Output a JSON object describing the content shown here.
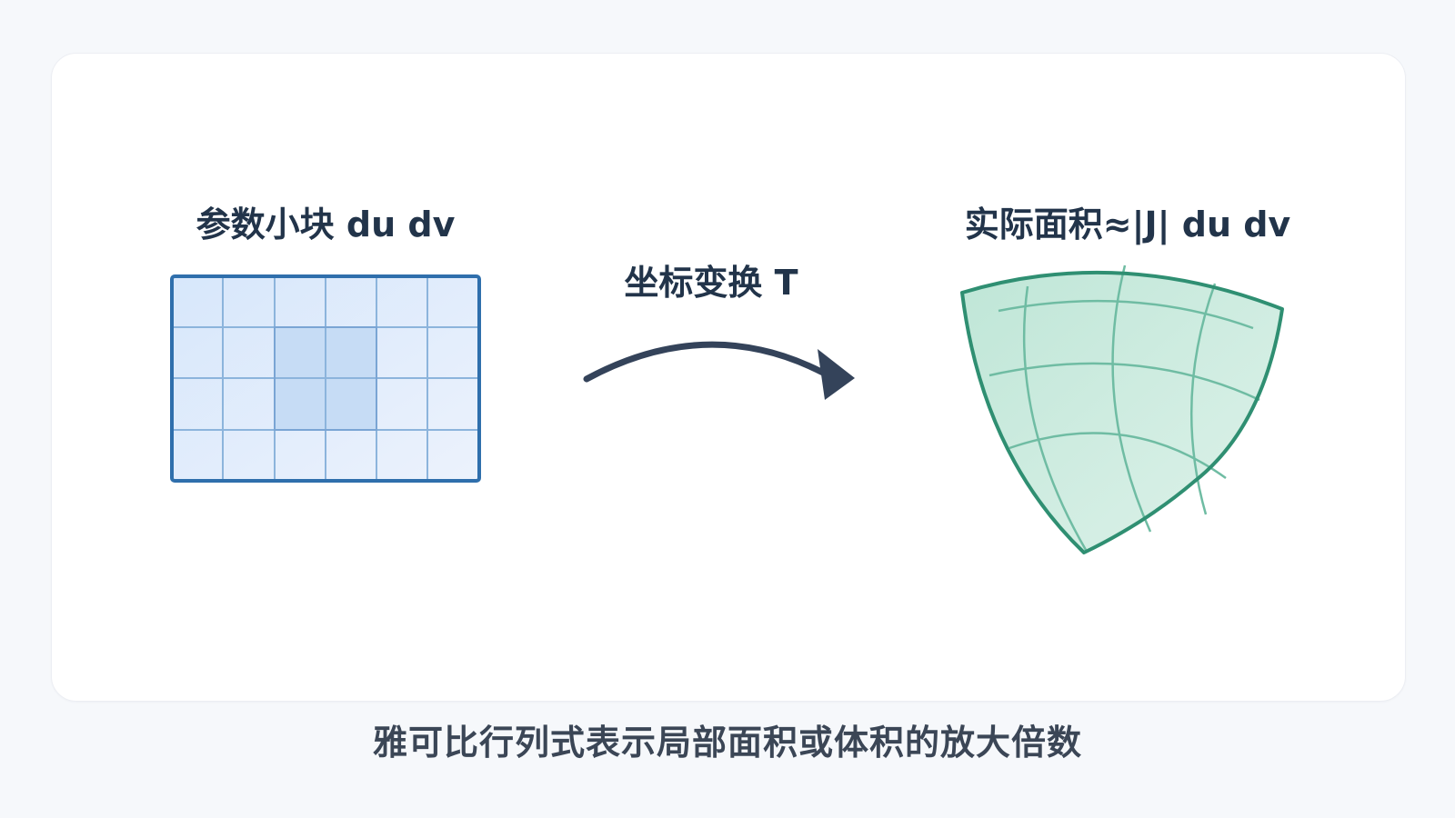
{
  "diagram": {
    "left_label": "参数小块 du dv",
    "middle_label": "坐标变换 T",
    "right_label": "实际面积≈|J| du dv",
    "caption": "雅可比行列式表示局部面积或体积的放大倍数",
    "grid": {
      "rows": 4,
      "cols": 6,
      "highlight_cells": [
        [
          1,
          2
        ],
        [
          1,
          3
        ],
        [
          2,
          2
        ],
        [
          2,
          3
        ]
      ]
    },
    "colors": {
      "grid_fill": "#dceafb",
      "grid_border": "#2f6fac",
      "grid_lines": "#8cb4dc",
      "highlight_fill": "#c5dcf5",
      "region_fill": "#cdebdf",
      "region_stroke": "#2f8f72",
      "region_lines": "#6fbca3",
      "arrow": "#34435a",
      "text": "#22344a",
      "caption": "#3b4656"
    }
  }
}
